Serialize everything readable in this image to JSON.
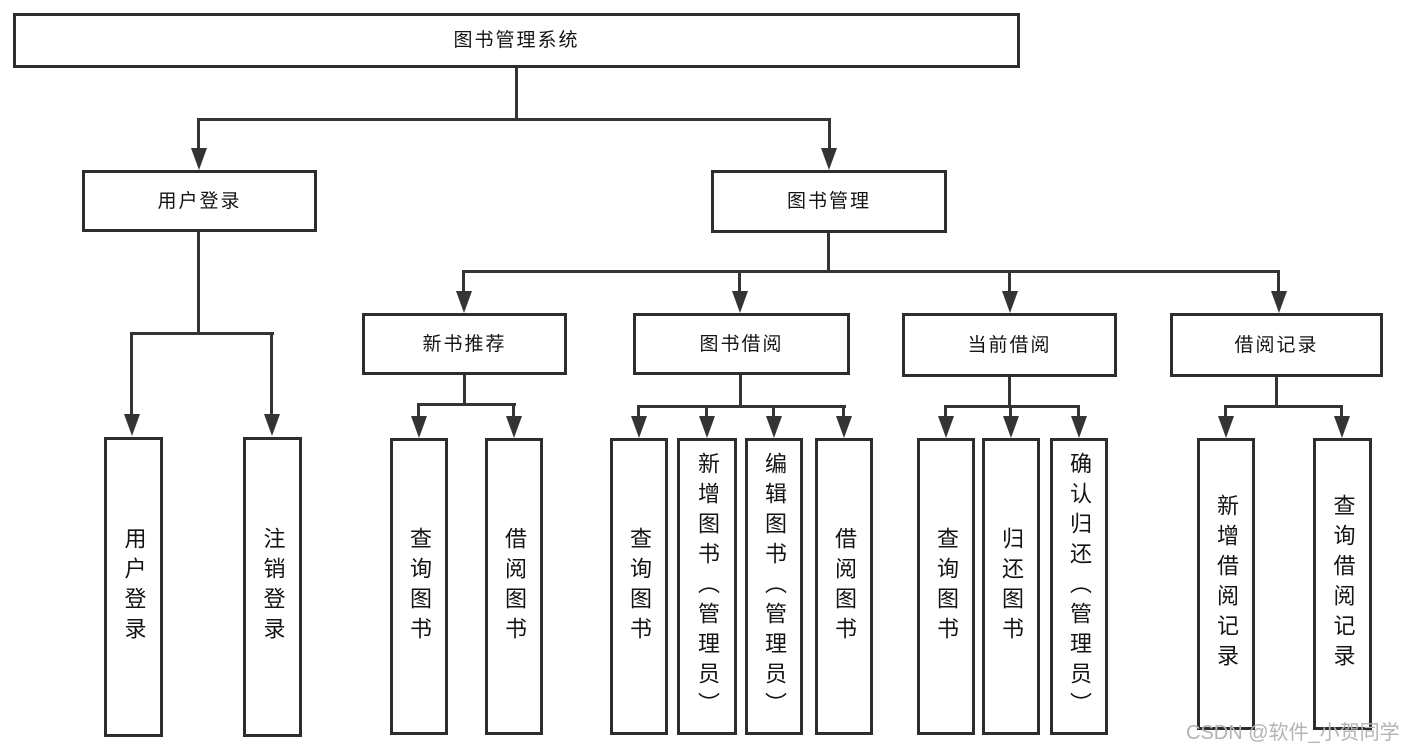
{
  "diagram": {
    "type": "hierarchy-tree",
    "title": "图书管理系统",
    "colors": {
      "line": "#343434",
      "box_border": "#2d2d2d",
      "text": "#141414",
      "watermark": "#b4b4b4",
      "background": "#ffffff"
    },
    "tree": {
      "label": "图书管理系统",
      "children": [
        {
          "label": "用户登录",
          "children": [
            {
              "label": "用户登录"
            },
            {
              "label": "注销登录"
            }
          ]
        },
        {
          "label": "图书管理",
          "children": [
            {
              "label": "新书推荐",
              "children": [
                {
                  "label": "查询图书"
                },
                {
                  "label": "借阅图书"
                }
              ]
            },
            {
              "label": "图书借阅",
              "children": [
                {
                  "label": "查询图书"
                },
                {
                  "label": "新增图书（管理员）"
                },
                {
                  "label": "编辑图书（管理员）"
                },
                {
                  "label": "借阅图书"
                }
              ]
            },
            {
              "label": "当前借阅",
              "children": [
                {
                  "label": "查询图书"
                },
                {
                  "label": "归还图书"
                },
                {
                  "label": "确认归还（管理员）"
                }
              ]
            },
            {
              "label": "借阅记录",
              "children": [
                {
                  "label": "新增借阅记录"
                },
                {
                  "label": "查询借阅记录"
                }
              ]
            }
          ]
        }
      ]
    },
    "watermark": "CSDN @软件_小贺同学"
  }
}
